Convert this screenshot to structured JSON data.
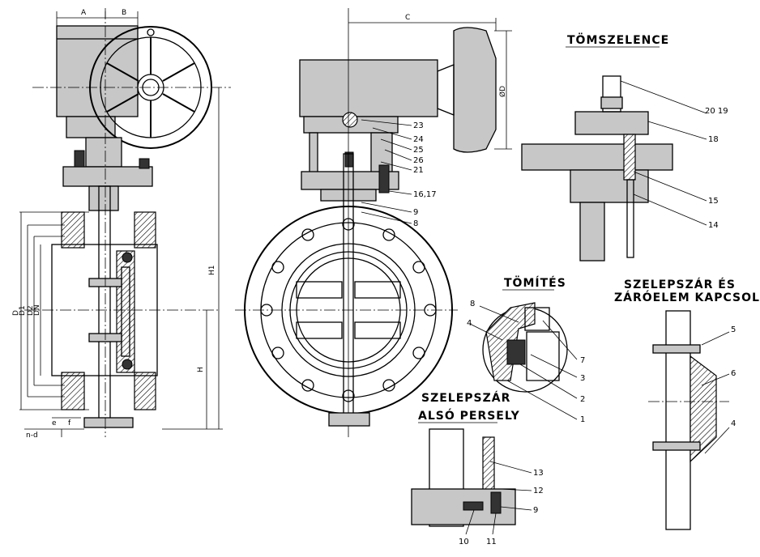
{
  "titles": {
    "stuffing_box": "TÖMSZELENCE",
    "seal": "TÖMÍTÉS",
    "stem_lower_bushing_1": "SZELEPSZÁR",
    "stem_lower_bushing_2": "ALSÓ PERSELY",
    "stem_disc_connection_1": "SZELEPSZÁR ÉS",
    "stem_disc_connection_2": "ZÁRÓELEM KAPCSOLAT"
  },
  "stuffing_box_labels": [
    "20 19",
    "18",
    "15",
    "14"
  ],
  "seal_labels": [
    "8",
    "4",
    "7",
    "3",
    "2",
    "1"
  ],
  "bushing_labels": [
    "13",
    "12",
    "9",
    "10",
    "11"
  ],
  "connection_labels": [
    "5",
    "6",
    "4"
  ],
  "main_view_labels": [
    "23",
    "24",
    "25",
    "26",
    "21",
    "16,17",
    "9",
    "8"
  ],
  "dimension_labels": {
    "A": "A",
    "B": "B",
    "C": "C",
    "OD": "ØD",
    "H1": "H1",
    "H": "H",
    "D": "D",
    "D1": "D1",
    "D2": "D2",
    "DN": "DN",
    "e": "e",
    "f": "f",
    "n_d": "n-d"
  }
}
